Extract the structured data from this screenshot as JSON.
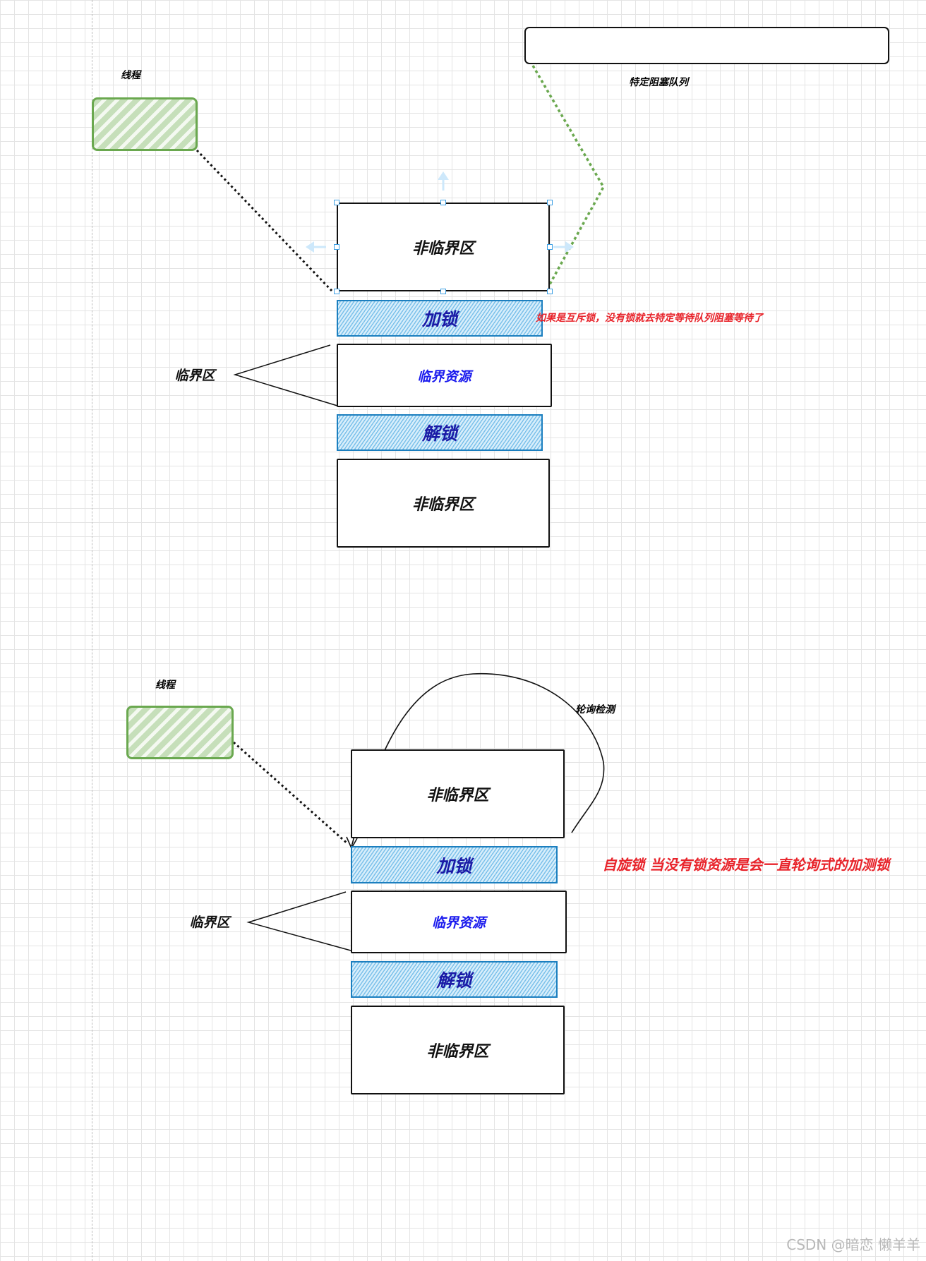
{
  "top": {
    "thread_label": "线程",
    "queue_label": "特定阻塞队列",
    "non_critical_1": "非临界区",
    "lock": "加锁",
    "critical_label": "临界区",
    "resource": "临界资源",
    "unlock": "解锁",
    "non_critical_2": "非临界区",
    "note": "如果是互斥锁，没有锁就去特定等待队列阻塞等待了"
  },
  "bottom": {
    "thread_label": "线程",
    "poll_label": "轮询检测",
    "non_critical_1": "非临界区",
    "lock": "加锁",
    "critical_label": "临界区",
    "resource": "临界资源",
    "unlock": "解锁",
    "non_critical_2": "非临界区",
    "note": "自旋锁 当没有锁资源是会一直轮询式的加测锁"
  },
  "watermark": "CSDN @暗恋 懒羊羊",
  "colors": {
    "lock_fill": "#7cc1ea",
    "lock_text": "#1a1aa6",
    "note_red": "#e8232a",
    "thread_green": "#6aa84f",
    "queue_link_green": "#6aa84f"
  }
}
